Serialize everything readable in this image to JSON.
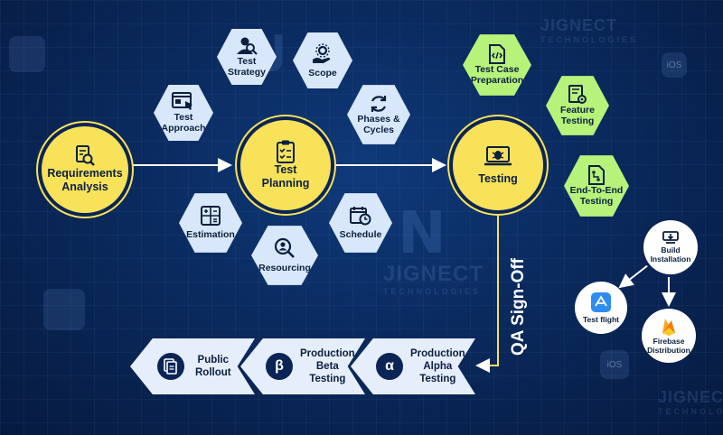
{
  "watermark": {
    "brand": "JIGNECT",
    "sub": "TECHNOLOGIES",
    "ios": "iOS"
  },
  "colors": {
    "background": "#0a2a5e",
    "yellow": "#f7e25a",
    "green": "#b7f27a",
    "hex_blue": "#d8e8fa",
    "chevron": "#e6eefb",
    "arrow": "#ffffff"
  },
  "main_nodes": {
    "requirements": {
      "line1": "Requirements",
      "line2": "Analysis",
      "icon": "document-search-icon"
    },
    "planning": {
      "line1": "Test",
      "line2": "Planning",
      "icon": "clipboard-checklist-icon"
    },
    "testing": {
      "line1": "Testing",
      "icon": "bug-laptop-icon"
    }
  },
  "planning_items": [
    {
      "id": "test-strategy",
      "line1": "Test",
      "line2": "Strategy",
      "icon": "user-search-icon"
    },
    {
      "id": "scope",
      "line1": "Scope",
      "line2": "",
      "icon": "hand-gear-icon"
    },
    {
      "id": "test-approach",
      "line1": "Test",
      "line2": "Approach",
      "icon": "browser-cursor-icon"
    },
    {
      "id": "phases-cycles",
      "line1": "Phases &",
      "line2": "Cycles",
      "icon": "refresh-icon"
    },
    {
      "id": "estimation",
      "line1": "Estimation",
      "line2": "",
      "icon": "calculator-icon"
    },
    {
      "id": "schedule",
      "line1": "Schedule",
      "line2": "",
      "icon": "calendar-clock-icon"
    },
    {
      "id": "resourcing",
      "line1": "Resourcing",
      "line2": "",
      "icon": "person-search-icon"
    }
  ],
  "testing_items": [
    {
      "id": "test-case-preparation",
      "line1": "Test Case",
      "line2": "Preparation",
      "icon": "code-document-icon"
    },
    {
      "id": "feature-testing",
      "line1": "Feature",
      "line2": "Testing",
      "icon": "settings-document-icon"
    },
    {
      "id": "end-to-end-testing",
      "line1": "End-To-End",
      "line2": "Testing",
      "icon": "flow-document-icon"
    }
  ],
  "build": {
    "main": {
      "line1": "Build",
      "line2": "Installation",
      "icon": "download-server-icon"
    },
    "testflight": {
      "label": "Test flight",
      "icon": "testflight-icon"
    },
    "firebase": {
      "line1": "Firebase",
      "line2": "Distribution",
      "icon": "firebase-icon"
    }
  },
  "signoff": {
    "label": "QA Sign-Off"
  },
  "release_steps": [
    {
      "id": "production-alpha",
      "line1": "Production",
      "line2": "Alpha",
      "line3": "Testing",
      "badge": "α"
    },
    {
      "id": "production-beta",
      "line1": "Production",
      "line2": "Beta",
      "line3": "Testing",
      "badge": "β"
    },
    {
      "id": "public-rollout",
      "line1": "Public",
      "line2": "Rollout",
      "line3": "",
      "badge": ""
    }
  ]
}
